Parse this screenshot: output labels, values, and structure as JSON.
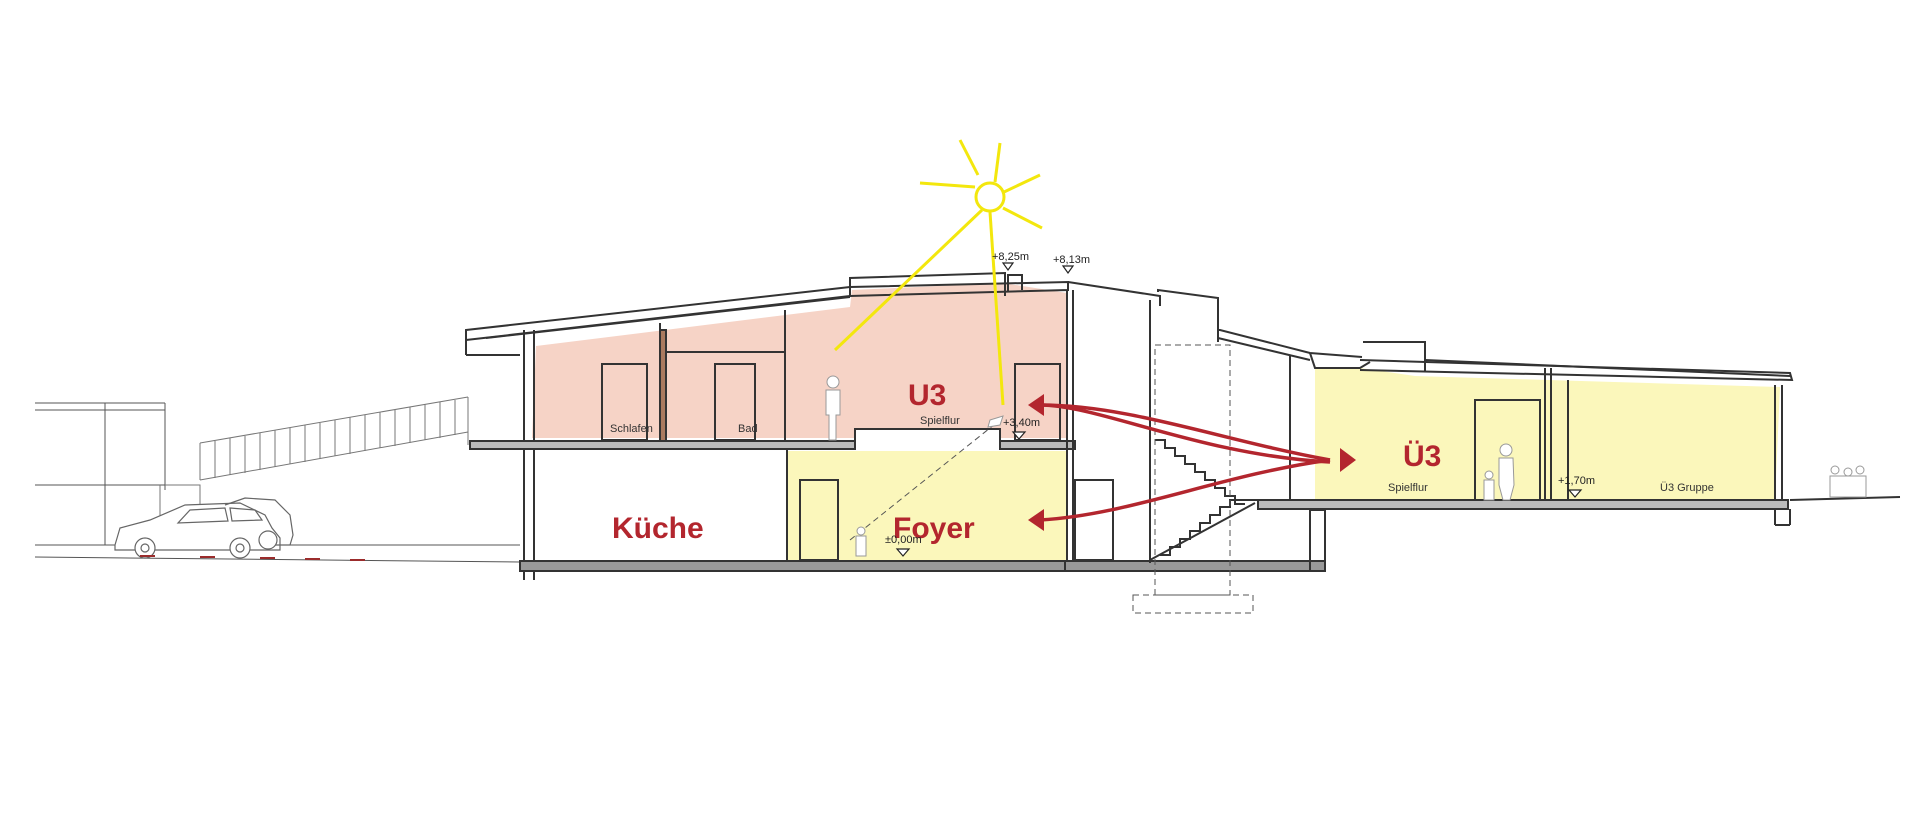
{
  "colors": {
    "u3_fill": "#f6d3c6",
    "ue3_fill": "#fbf7bb",
    "foyer_fill": "#fbf7bb",
    "label_red": "#b3262e",
    "sun": "#f3e70d",
    "arrow": "#b3262e",
    "lines": "#333333"
  },
  "rooms": {
    "u3": "U3",
    "ue3": "Ü3",
    "kueche": "Küche",
    "foyer": "Foyer",
    "schlafen": "Schlafen",
    "bad": "Bad",
    "spielflur_u3": "Spielflur",
    "spielflur_ue3": "Spielflur",
    "ue3_gruppe": "Ü3 Gruppe"
  },
  "levels": {
    "ridge_high": "+8,25m",
    "ridge_low": "+8,13m",
    "upper_floor": "+3,40m",
    "ground_floor": "±0,00m",
    "ue3_floor": "+1,70m"
  },
  "icons": {
    "sun": "sun-icon",
    "arrow": "arrow-icon",
    "level_marker": "level-triangle-icon",
    "person": "person-silhouette-icon",
    "car": "car-icon"
  }
}
